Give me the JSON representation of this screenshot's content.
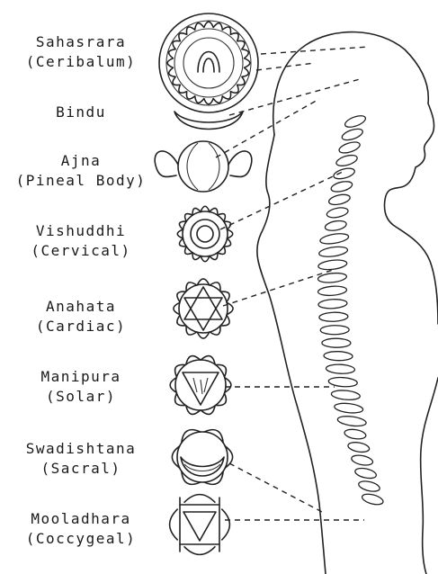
{
  "chakras": [
    {
      "name": "Sahasrara",
      "subtitle": "(Ceribalum)"
    },
    {
      "name": "Bindu",
      "subtitle": ""
    },
    {
      "name": "Ajna",
      "subtitle": "(Pineal Body)"
    },
    {
      "name": "Vishuddhi",
      "subtitle": "(Cervical)"
    },
    {
      "name": "Anahata",
      "subtitle": "(Cardiac)"
    },
    {
      "name": "Manipura",
      "subtitle": "(Solar)"
    },
    {
      "name": "Swadishtana",
      "subtitle": "(Sacral)"
    },
    {
      "name": "Mooladhara",
      "subtitle": "(Coccygeal)"
    }
  ],
  "colors": {
    "ink": "#222222",
    "background": "#ffffff"
  }
}
